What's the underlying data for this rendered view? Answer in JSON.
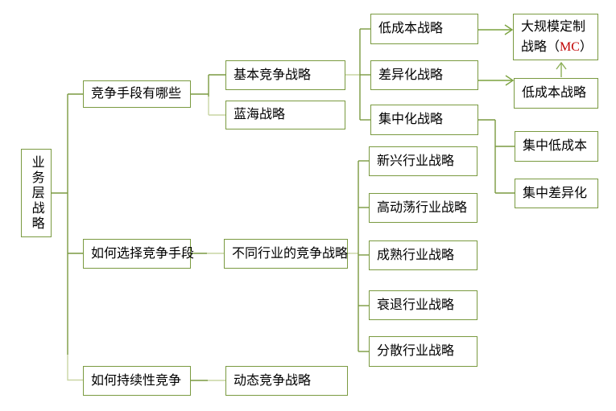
{
  "colors": {
    "box_border": "#7a9a40",
    "pale_line": "#c9d6a4",
    "arrow": "#7ba23f",
    "arrow_light": "#8caf58",
    "mc_red": "#c00000",
    "text": "#000000",
    "background": "#ffffff"
  },
  "mindmap": {
    "root": {
      "label": "业务层战略"
    },
    "branches": [
      {
        "label": "竞争手段有哪些",
        "children": [
          {
            "label": "基本竞争战略",
            "children": [
              {
                "label": "低成本战略"
              },
              {
                "label": "差异化战略"
              },
              {
                "label": "集中化战略"
              }
            ]
          },
          {
            "label": "蓝海战略"
          }
        ]
      },
      {
        "label": "如何选择竞争手段",
        "children": [
          {
            "label": "不同行业的竞争战略",
            "children": [
              {
                "label": "新兴行业战略"
              },
              {
                "label": "高动荡行业战略"
              },
              {
                "label": "成熟行业战略"
              },
              {
                "label": "衰退行业战略"
              },
              {
                "label": "分散行业战略"
              }
            ]
          }
        ]
      },
      {
        "label": "如何持续性竞争",
        "children": [
          {
            "label": "动态竞争战略"
          }
        ]
      }
    ],
    "outcomes": {
      "mass_customization": {
        "line1": "大规模定制",
        "line2_prefix": "战略（",
        "mc": "MC",
        "line2_suffix": "）"
      },
      "low_cost": {
        "label": "低成本战略"
      },
      "focused_low_cost": {
        "label": "集中低成本"
      },
      "focused_differentiation": {
        "label": "集中差异化"
      }
    },
    "arrows": [
      {
        "from": "低成本战略",
        "to": "大规模定制战略（MC）"
      },
      {
        "from": "差异化化战略",
        "to": "低成本战略"
      },
      {
        "from": "低成本战略",
        "to": "大规模定制战略（MC）"
      }
    ]
  }
}
